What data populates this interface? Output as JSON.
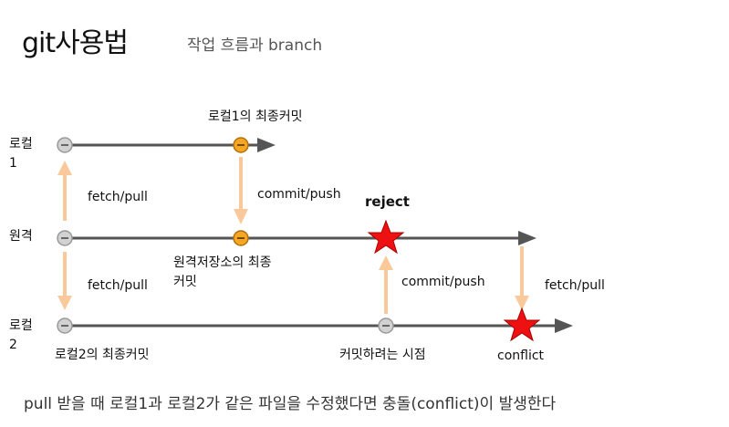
{
  "header": {
    "title": "git사용법",
    "subtitle": "작업 흐름과 branch"
  },
  "rows": {
    "local1": "로컬\n1",
    "remote": "원격",
    "local2": "로컬\n2"
  },
  "labels": {
    "local1_latest_commit": "로컬1의 최종커밋",
    "fetch_pull_top": "fetch/pull",
    "commit_push_top": "commit/push",
    "reject": "reject",
    "remote_latest_commit": "원격저장소의 최종\n커밋",
    "fetch_pull_bottom": "fetch/pull",
    "commit_push_bottom": "commit/push",
    "fetch_pull_right": "fetch/pull",
    "local2_latest_commit": "로컬2의 최종커밋",
    "attempt_commit_time": "커밋하려는 시점",
    "conflict": "conflict"
  },
  "footer": {
    "note": "pull 받을 때 로컬1과 로컬2가 같은 파일을 수정했다면 충돌(conflict)이 발생한다"
  },
  "colors": {
    "timeline": "#555555",
    "arrow_orange": "#f9c89b",
    "node_gray": "#c8c8c8",
    "node_orange": "#f5a623",
    "star_red": "#ee1111"
  }
}
